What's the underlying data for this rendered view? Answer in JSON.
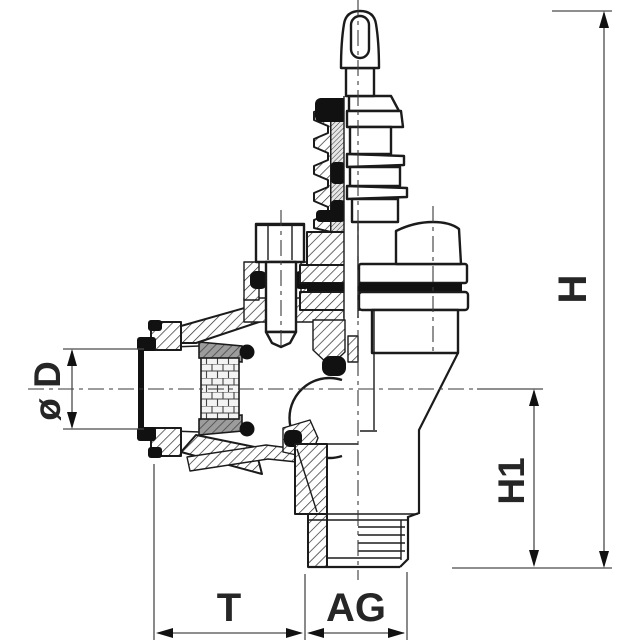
{
  "drawing": {
    "kind": "technical cross-section drawing",
    "subject": "angle-seat valve with inlet strainer, sectioned left half, external thread outlet",
    "background_color": "#ffffff",
    "outline_color": "#1b1b1b",
    "dimension_line_color": "#4a4a4a",
    "label_color": "#262626",
    "dimensions": {
      "total_height": {
        "label": "H"
      },
      "outlet_height": {
        "label": "H1"
      },
      "inlet_diameter": {
        "label": "ø D"
      },
      "depth": {
        "label": "T"
      },
      "outlet_external_thread": {
        "label": "AG"
      }
    }
  }
}
